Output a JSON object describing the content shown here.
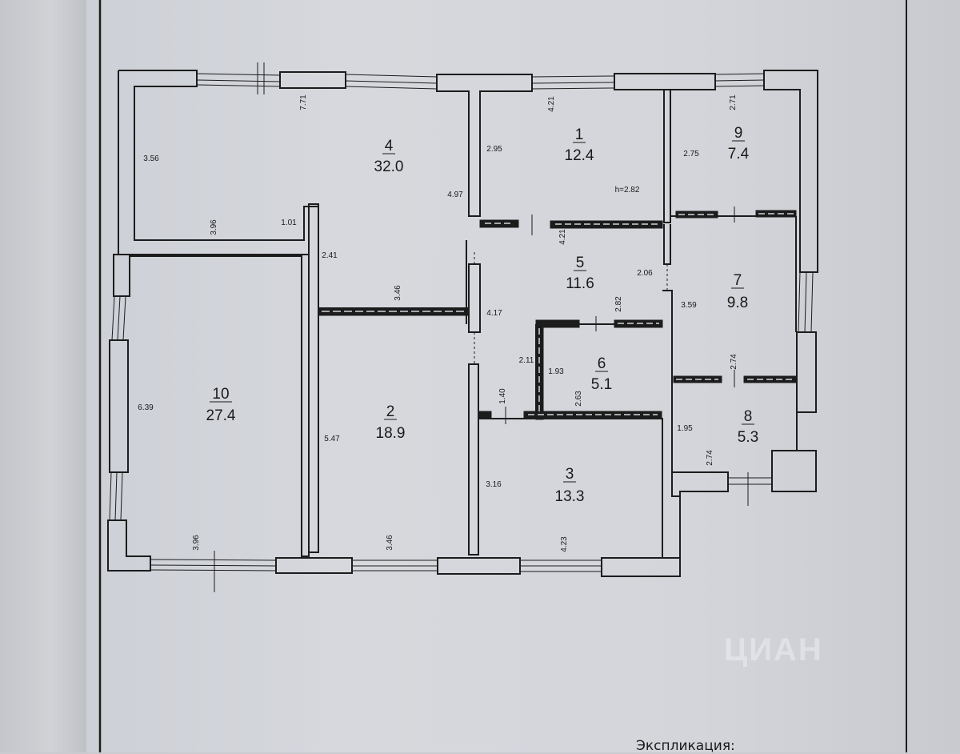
{
  "rooms": [
    {
      "id": "room-4",
      "number": "4",
      "area": "32.0"
    },
    {
      "id": "room-1",
      "number": "1",
      "area": "12.4"
    },
    {
      "id": "room-9",
      "number": "9",
      "area": "7.4"
    },
    {
      "id": "room-5",
      "number": "5",
      "area": "11.6"
    },
    {
      "id": "room-7",
      "number": "7",
      "area": "9.8"
    },
    {
      "id": "room-6",
      "number": "6",
      "area": "5.1"
    },
    {
      "id": "room-10",
      "number": "10",
      "area": "27.4"
    },
    {
      "id": "room-2",
      "number": "2",
      "area": "18.9"
    },
    {
      "id": "room-3",
      "number": "3",
      "area": "13.3"
    },
    {
      "id": "room-8",
      "number": "8",
      "area": "5.3"
    }
  ],
  "dimensions": [
    {
      "id": "d1",
      "text": "7.71",
      "rotated": true
    },
    {
      "id": "d2",
      "text": "3.56",
      "rotated": false
    },
    {
      "id": "d3",
      "text": "4.97",
      "rotated": false
    },
    {
      "id": "d4",
      "text": "3.96",
      "rotated": true
    },
    {
      "id": "d5",
      "text": "1.01",
      "rotated": false
    },
    {
      "id": "d6",
      "text": "4.21",
      "rotated": true
    },
    {
      "id": "d7",
      "text": "2.95",
      "rotated": false
    },
    {
      "id": "d8",
      "text": "h=2.82",
      "rotated": false
    },
    {
      "id": "d9",
      "text": "2.71",
      "rotated": true
    },
    {
      "id": "d10",
      "text": "2.75",
      "rotated": false
    },
    {
      "id": "d11",
      "text": "2.41",
      "rotated": false
    },
    {
      "id": "d12",
      "text": "4.21",
      "rotated": true
    },
    {
      "id": "d13",
      "text": "2.06",
      "rotated": false
    },
    {
      "id": "d14",
      "text": "3.46",
      "rotated": true
    },
    {
      "id": "d15",
      "text": "4.17",
      "rotated": false
    },
    {
      "id": "d16",
      "text": "2.82",
      "rotated": true
    },
    {
      "id": "d17",
      "text": "3.59",
      "rotated": false
    },
    {
      "id": "d18",
      "text": "2.11",
      "rotated": false
    },
    {
      "id": "d19",
      "text": "1.93",
      "rotated": false
    },
    {
      "id": "d20",
      "text": "2.74",
      "rotated": true
    },
    {
      "id": "d21",
      "text": "6.39",
      "rotated": false
    },
    {
      "id": "d22",
      "text": "1.40",
      "rotated": true
    },
    {
      "id": "d23",
      "text": "2.63",
      "rotated": true
    },
    {
      "id": "d24",
      "text": "5.47",
      "rotated": false
    },
    {
      "id": "d25",
      "text": "1.95",
      "rotated": false
    },
    {
      "id": "d26",
      "text": "2.74",
      "rotated": true
    },
    {
      "id": "d27",
      "text": "3.16",
      "rotated": false
    },
    {
      "id": "d28",
      "text": "3.96",
      "rotated": true
    },
    {
      "id": "d29",
      "text": "3.46",
      "rotated": true
    },
    {
      "id": "d30",
      "text": "4.23",
      "rotated": true
    }
  ],
  "watermark": "ЦИАН",
  "caption": "Экспликация:",
  "colors": {
    "wall": "#1c1c1c",
    "wall_fill": "#d2d4d9",
    "text": "#1a1a1a"
  }
}
